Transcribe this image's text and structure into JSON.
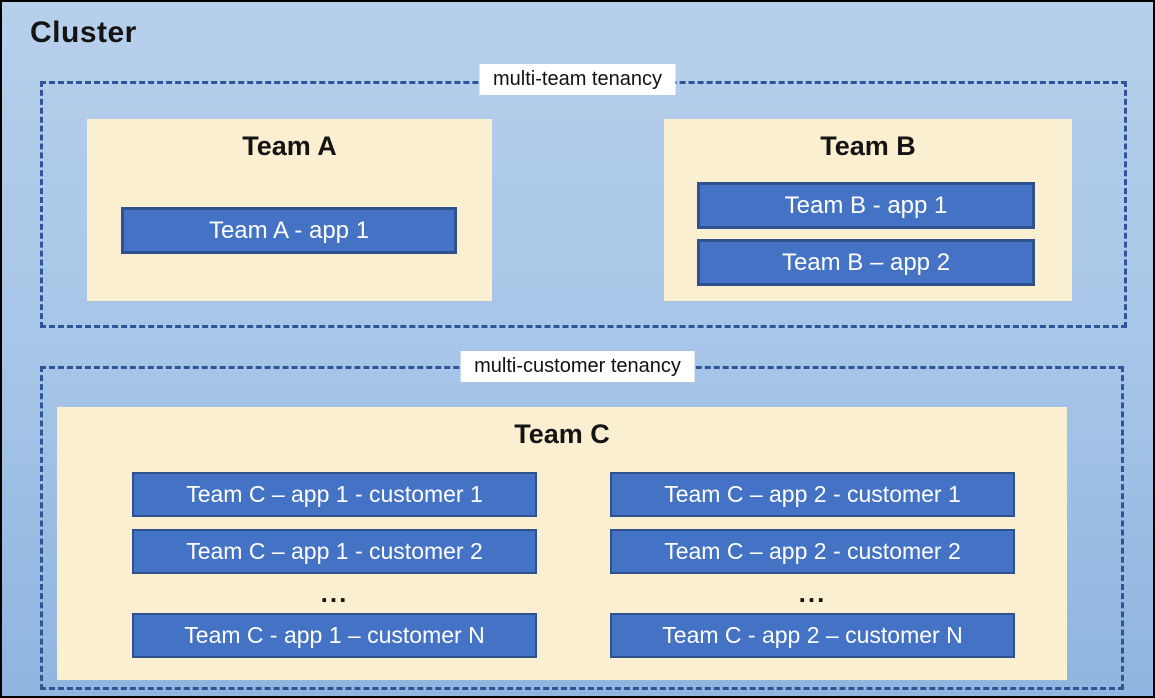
{
  "cluster": {
    "title": "Cluster"
  },
  "zones": {
    "multi_team": {
      "label": "multi-team tenancy",
      "team_a": {
        "title": "Team A",
        "apps": [
          "Team A - app 1"
        ]
      },
      "team_b": {
        "title": "Team B",
        "apps": [
          "Team B - app 1",
          "Team B – app 2"
        ]
      }
    },
    "multi_customer": {
      "label": "multi-customer tenancy",
      "team_c": {
        "title": "Team C",
        "col1": {
          "rows": [
            "Team C – app 1 - customer 1",
            "Team C – app 1 - customer 2"
          ],
          "ellipsis": "...",
          "last_row": "Team C - app 1 – customer N"
        },
        "col2": {
          "rows": [
            "Team C – app 2 - customer 1",
            "Team C – app 2 - customer 2"
          ],
          "ellipsis": "...",
          "last_row": "Team C - app 2 – customer N"
        }
      }
    }
  },
  "colors": {
    "background_top": "#b7d0ec",
    "background_bottom": "#8fb5e0",
    "outer_border": "#000000",
    "dashed_border": "#2f5597",
    "team_panel_fill": "#fbefd2",
    "app_fill": "#4472c4",
    "app_border": "#2f528f",
    "app_text": "#ffffff",
    "zone_label_bg": "#ffffff",
    "title_text": "#141414"
  }
}
